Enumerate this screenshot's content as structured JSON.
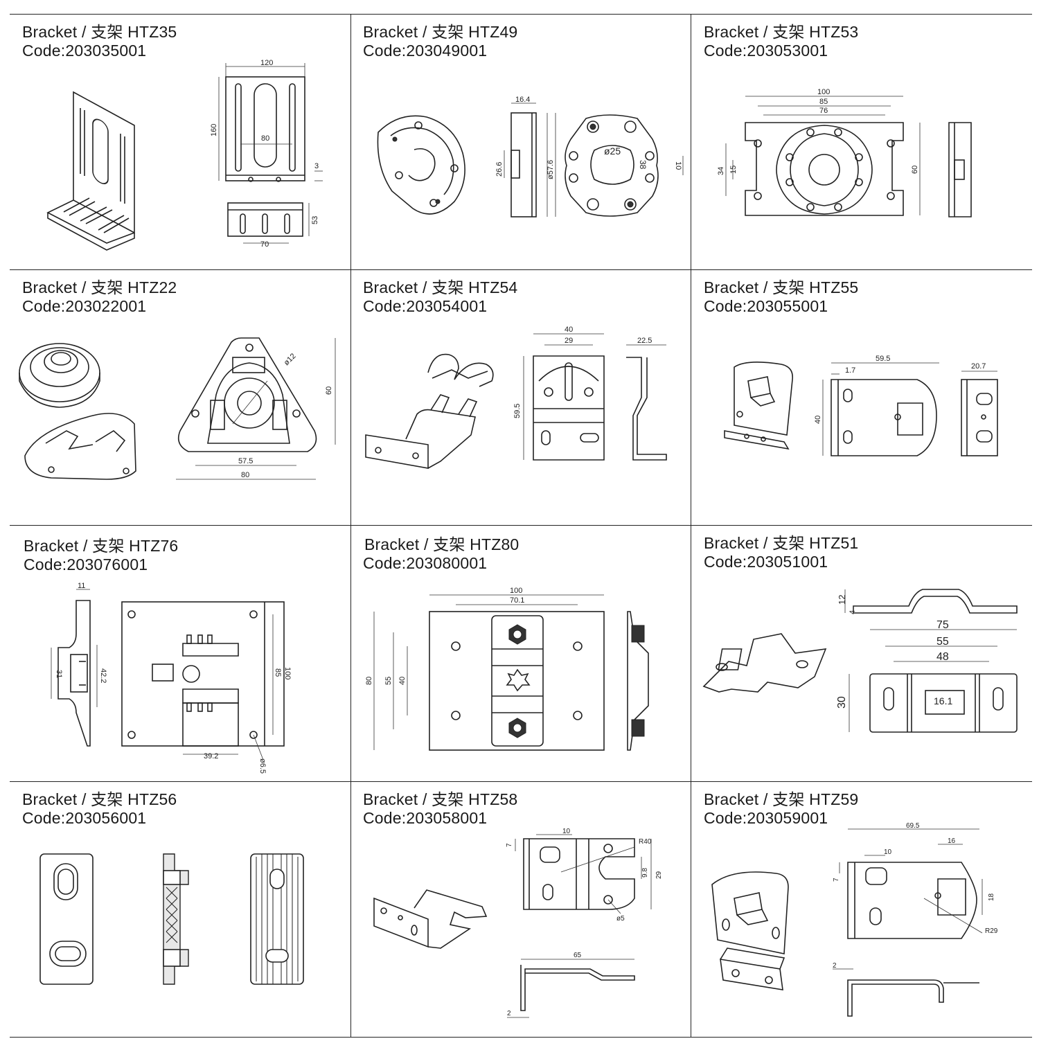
{
  "catalog": {
    "items": [
      {
        "title": "Bracket / 支架 HTZ35",
        "code": "Code:203035001",
        "dims": [
          "120",
          "160",
          "80",
          "3",
          "53",
          "70"
        ]
      },
      {
        "title": "Bracket / 支架 HTZ49",
        "code": "Code:203049001",
        "dims": [
          "16.4",
          "26.6",
          "ø57.6",
          "ø25",
          "38",
          "10"
        ]
      },
      {
        "title": "Bracket / 支架 HTZ53",
        "code": "Code:203053001",
        "dims": [
          "100",
          "85",
          "76",
          "34",
          "15",
          "60"
        ]
      },
      {
        "title": "Bracket / 支架 HTZ22",
        "code": "Code:203022001",
        "dims": [
          "ø12",
          "60",
          "57.5",
          "80"
        ]
      },
      {
        "title": "Bracket / 支架 HTZ54",
        "code": "Code:203054001",
        "dims": [
          "40",
          "29",
          "59.5",
          "22.5"
        ]
      },
      {
        "title": "Bracket / 支架 HTZ55",
        "code": "Code:203055001",
        "dims": [
          "59.5",
          "1.7",
          "40",
          "20.7"
        ]
      },
      {
        "title": "Bracket / 支架 HTZ76",
        "code": "Code:203076001",
        "dims": [
          "11",
          "31",
          "42.2",
          "100",
          "85",
          "39.2",
          "ø6.5"
        ]
      },
      {
        "title": "Bracket / 支架 HTZ80",
        "code": "Code:203080001",
        "dims": [
          "100",
          "70.1",
          "80",
          "55",
          "40"
        ]
      },
      {
        "title": "Bracket / 支架 HTZ51",
        "code": "Code:203051001",
        "dims": [
          "12",
          "4",
          "75",
          "55",
          "48",
          "30",
          "16.1"
        ]
      },
      {
        "title": "Bracket / 支架 HTZ56",
        "code": "Code:203056001",
        "dims": []
      },
      {
        "title": "Bracket / 支架 HTZ58",
        "code": "Code:203058001",
        "dims": [
          "10",
          "7",
          "R40",
          "9.8",
          "29",
          "ø5",
          "65",
          "2"
        ]
      },
      {
        "title": "Bracket / 支架 HTZ59",
        "code": "Code:203059001",
        "dims": [
          "69.5",
          "16",
          "10",
          "7",
          "18",
          "R29",
          "2"
        ]
      }
    ]
  }
}
